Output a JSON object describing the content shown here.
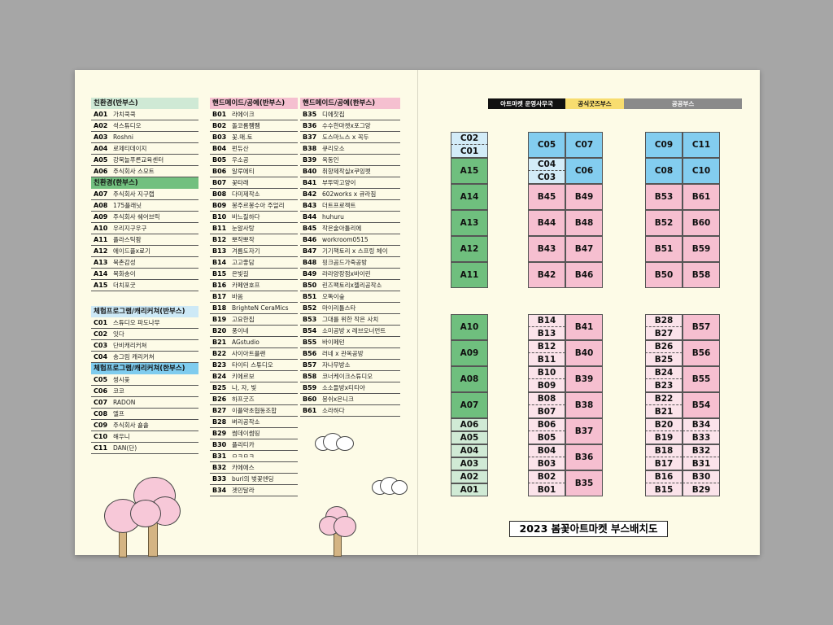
{
  "left_page": {
    "col1": {
      "sections": [
        {
          "title": "친환경(반부스)",
          "style": "green-light",
          "items": [
            {
              "code": "A01",
              "name": "가치쿡쿡"
            },
            {
              "code": "A02",
              "name": "석스튜디오"
            },
            {
              "code": "A03",
              "name": "Roshni"
            },
            {
              "code": "A04",
              "name": "로제티데이지"
            },
            {
              "code": "A05",
              "name": "강북늘푸른교육센터"
            },
            {
              "code": "A06",
              "name": "주식회사 스모트"
            }
          ]
        },
        {
          "title": "친환경(한부스)",
          "style": "green",
          "items": [
            {
              "code": "A07",
              "name": "주식회사 지구랩"
            },
            {
              "code": "A08",
              "name": "175플래닛"
            },
            {
              "code": "A09",
              "name": "주식회사 쉐어브릭"
            },
            {
              "code": "A10",
              "name": "우리지구우구"
            },
            {
              "code": "A11",
              "name": "플라스틱팜"
            },
            {
              "code": "A12",
              "name": "에이드플x료기"
            },
            {
              "code": "A13",
              "name": "북촌감성"
            },
            {
              "code": "A14",
              "name": "목화송이"
            },
            {
              "code": "A15",
              "name": "더치포굿"
            }
          ]
        },
        {
          "title": "체험프로그램/캐리커쳐(반부스)",
          "style": "blue-light",
          "items": [
            {
              "code": "C01",
              "name": "스튜디오 파도나무"
            },
            {
              "code": "C02",
              "name": "잇다"
            },
            {
              "code": "C03",
              "name": "단비캐리커쳐"
            },
            {
              "code": "C04",
              "name": "송그림 캐리커쳐"
            }
          ]
        },
        {
          "title": "체험프로그램/캐리커쳐(한부스)",
          "style": "blue",
          "items": [
            {
              "code": "C05",
              "name": "썽시웇"
            },
            {
              "code": "C06",
              "name": "코코"
            },
            {
              "code": "C07",
              "name": "RADON"
            },
            {
              "code": "C08",
              "name": "엘프"
            },
            {
              "code": "C09",
              "name": "주식회사 숄숄"
            },
            {
              "code": "C10",
              "name": "해우니"
            },
            {
              "code": "C11",
              "name": "DAN(단)"
            }
          ]
        }
      ]
    },
    "col2": {
      "title": "핸드메이드/공예(반부스)",
      "items": [
        {
          "code": "B01",
          "name": "라에이크"
        },
        {
          "code": "B02",
          "name": "돌코롬쨈쨈"
        },
        {
          "code": "B03",
          "name": "꽃.매.토"
        },
        {
          "code": "B04",
          "name": "펀듀산"
        },
        {
          "code": "B05",
          "name": "우소공"
        },
        {
          "code": "B06",
          "name": "알루에티"
        },
        {
          "code": "B07",
          "name": "꽃타래"
        },
        {
          "code": "B08",
          "name": "다미제작소"
        },
        {
          "code": "B09",
          "name": "봉주르봉수아 주얼리"
        },
        {
          "code": "B10",
          "name": "바느질하다"
        },
        {
          "code": "B11",
          "name": "눈알사탕"
        },
        {
          "code": "B12",
          "name": "뽀작뽀작"
        },
        {
          "code": "B13",
          "name": "겨름도자기"
        },
        {
          "code": "B14",
          "name": "고고좋담"
        },
        {
          "code": "B15",
          "name": "은빛길"
        },
        {
          "code": "B16",
          "name": "카페앤호프"
        },
        {
          "code": "B17",
          "name": "바옴"
        },
        {
          "code": "B18",
          "name": "BrighteN CeraMics"
        },
        {
          "code": "B19",
          "name": "고요한집"
        },
        {
          "code": "B20",
          "name": "풍이네"
        },
        {
          "code": "B21",
          "name": "AGstudio"
        },
        {
          "code": "B22",
          "name": "사이아트플랜"
        },
        {
          "code": "B23",
          "name": "타이티 스튜디오"
        },
        {
          "code": "B24",
          "name": "키에르보"
        },
        {
          "code": "B25",
          "name": "나, 자, 빛"
        },
        {
          "code": "B26",
          "name": "하프굿즈"
        },
        {
          "code": "B27",
          "name": "이플약초협동조합"
        },
        {
          "code": "B28",
          "name": "벼리공작소"
        },
        {
          "code": "B29",
          "name": "썸데이썸띵"
        },
        {
          "code": "B30",
          "name": "플리티카"
        },
        {
          "code": "B31",
          "name": "ㅁㅋㅁㅋ"
        },
        {
          "code": "B32",
          "name": "카에에스"
        },
        {
          "code": "B33",
          "name": "buri의 벚꽃엔딩"
        },
        {
          "code": "B34",
          "name": "겟민달라"
        }
      ]
    },
    "col3": {
      "title": "핸드메이드/공예(한부스)",
      "items": [
        {
          "code": "B35",
          "name": "디에찻집"
        },
        {
          "code": "B36",
          "name": "수수한마켓x포그앙"
        },
        {
          "code": "B37",
          "name": "도스마느스 x 꼭두"
        },
        {
          "code": "B38",
          "name": "큐리오소"
        },
        {
          "code": "B39",
          "name": "옥동인"
        },
        {
          "code": "B40",
          "name": "취향제작실x쿠잉펫"
        },
        {
          "code": "B41",
          "name": "부뚜막고양이"
        },
        {
          "code": "B42",
          "name": "602works x 큐라짐"
        },
        {
          "code": "B43",
          "name": "더트프로젝트"
        },
        {
          "code": "B44",
          "name": "huhuru"
        },
        {
          "code": "B45",
          "name": "작은술아틀리에"
        },
        {
          "code": "B46",
          "name": "workroom0515"
        },
        {
          "code": "B47",
          "name": "기기책토리 x 스프링 체이"
        },
        {
          "code": "B48",
          "name": "핑크곰드가죽공방"
        },
        {
          "code": "B49",
          "name": "라라양장점x바이린"
        },
        {
          "code": "B50",
          "name": "린즈팩토리x젤리공작소"
        },
        {
          "code": "B51",
          "name": "오똑이숲"
        },
        {
          "code": "B52",
          "name": "마이리틀스타"
        },
        {
          "code": "B53",
          "name": "그대를 위한 작은 사치"
        },
        {
          "code": "B54",
          "name": "소미공방 x 레브오너먼트"
        },
        {
          "code": "B55",
          "name": "바이페턴"
        },
        {
          "code": "B56",
          "name": "러네 x 관옥공방"
        },
        {
          "code": "B57",
          "name": "자나무방소"
        },
        {
          "code": "B58",
          "name": "코너케이크스튜디오"
        },
        {
          "code": "B59",
          "name": "소소들방x티티야"
        },
        {
          "code": "B60",
          "name": "몽쉬x은니크"
        },
        {
          "code": "B61",
          "name": "소라하다"
        }
      ]
    }
  },
  "right_page": {
    "legend": {
      "office": "아트마켓 운영사무국",
      "goods": "공식굿즈부스",
      "public": "공공부스"
    },
    "title": "2023 봄꽃아트마켓 부스배치도",
    "booths": {
      "C02": "C02",
      "C01": "C01",
      "A15": "A15",
      "A14": "A14",
      "A13": "A13",
      "A12": "A12",
      "A11": "A11",
      "C05": "C05",
      "C07": "C07",
      "C04": "C04",
      "C03": "C03",
      "C06": "C06",
      "B45": "B45",
      "B49": "B49",
      "B44": "B44",
      "B48": "B48",
      "B43": "B43",
      "B47": "B47",
      "B42": "B42",
      "B46": "B46",
      "C09": "C09",
      "C11": "C11",
      "C08": "C08",
      "C10": "C10",
      "B53": "B53",
      "B61": "B61",
      "B52": "B52",
      "B60": "B60",
      "B51": "B51",
      "B59": "B59",
      "B50": "B50",
      "B58": "B58",
      "A10": "A10",
      "A09": "A09",
      "A08": "A08",
      "A07": "A07",
      "A06": "A06",
      "A05": "A05",
      "A04": "A04",
      "A03": "A03",
      "A02": "A02",
      "A01": "A01",
      "B14": "B14",
      "B13": "B13",
      "B12": "B12",
      "B11": "B11",
      "B10": "B10",
      "B09": "B09",
      "B08": "B08",
      "B07": "B07",
      "B06": "B06",
      "B05": "B05",
      "B04": "B04",
      "B03": "B03",
      "B02": "B02",
      "B01": "B01",
      "B41": "B41",
      "B40": "B40",
      "B39": "B39",
      "B38": "B38",
      "B37": "B37",
      "B36": "B36",
      "B35": "B35",
      "B28": "B28",
      "B27": "B27",
      "B26": "B26",
      "B25": "B25",
      "B24": "B24",
      "B23": "B23",
      "B22": "B22",
      "B21": "B21",
      "B20": "B20",
      "B19": "B19",
      "B18": "B18",
      "B17": "B17",
      "B16": "B16",
      "B15": "B15",
      "B57": "B57",
      "B56": "B56",
      "B55": "B55",
      "B54": "B54",
      "B34": "B34",
      "B33": "B33",
      "B32": "B32",
      "B31": "B31",
      "B30": "B30",
      "B29": "B29"
    }
  }
}
